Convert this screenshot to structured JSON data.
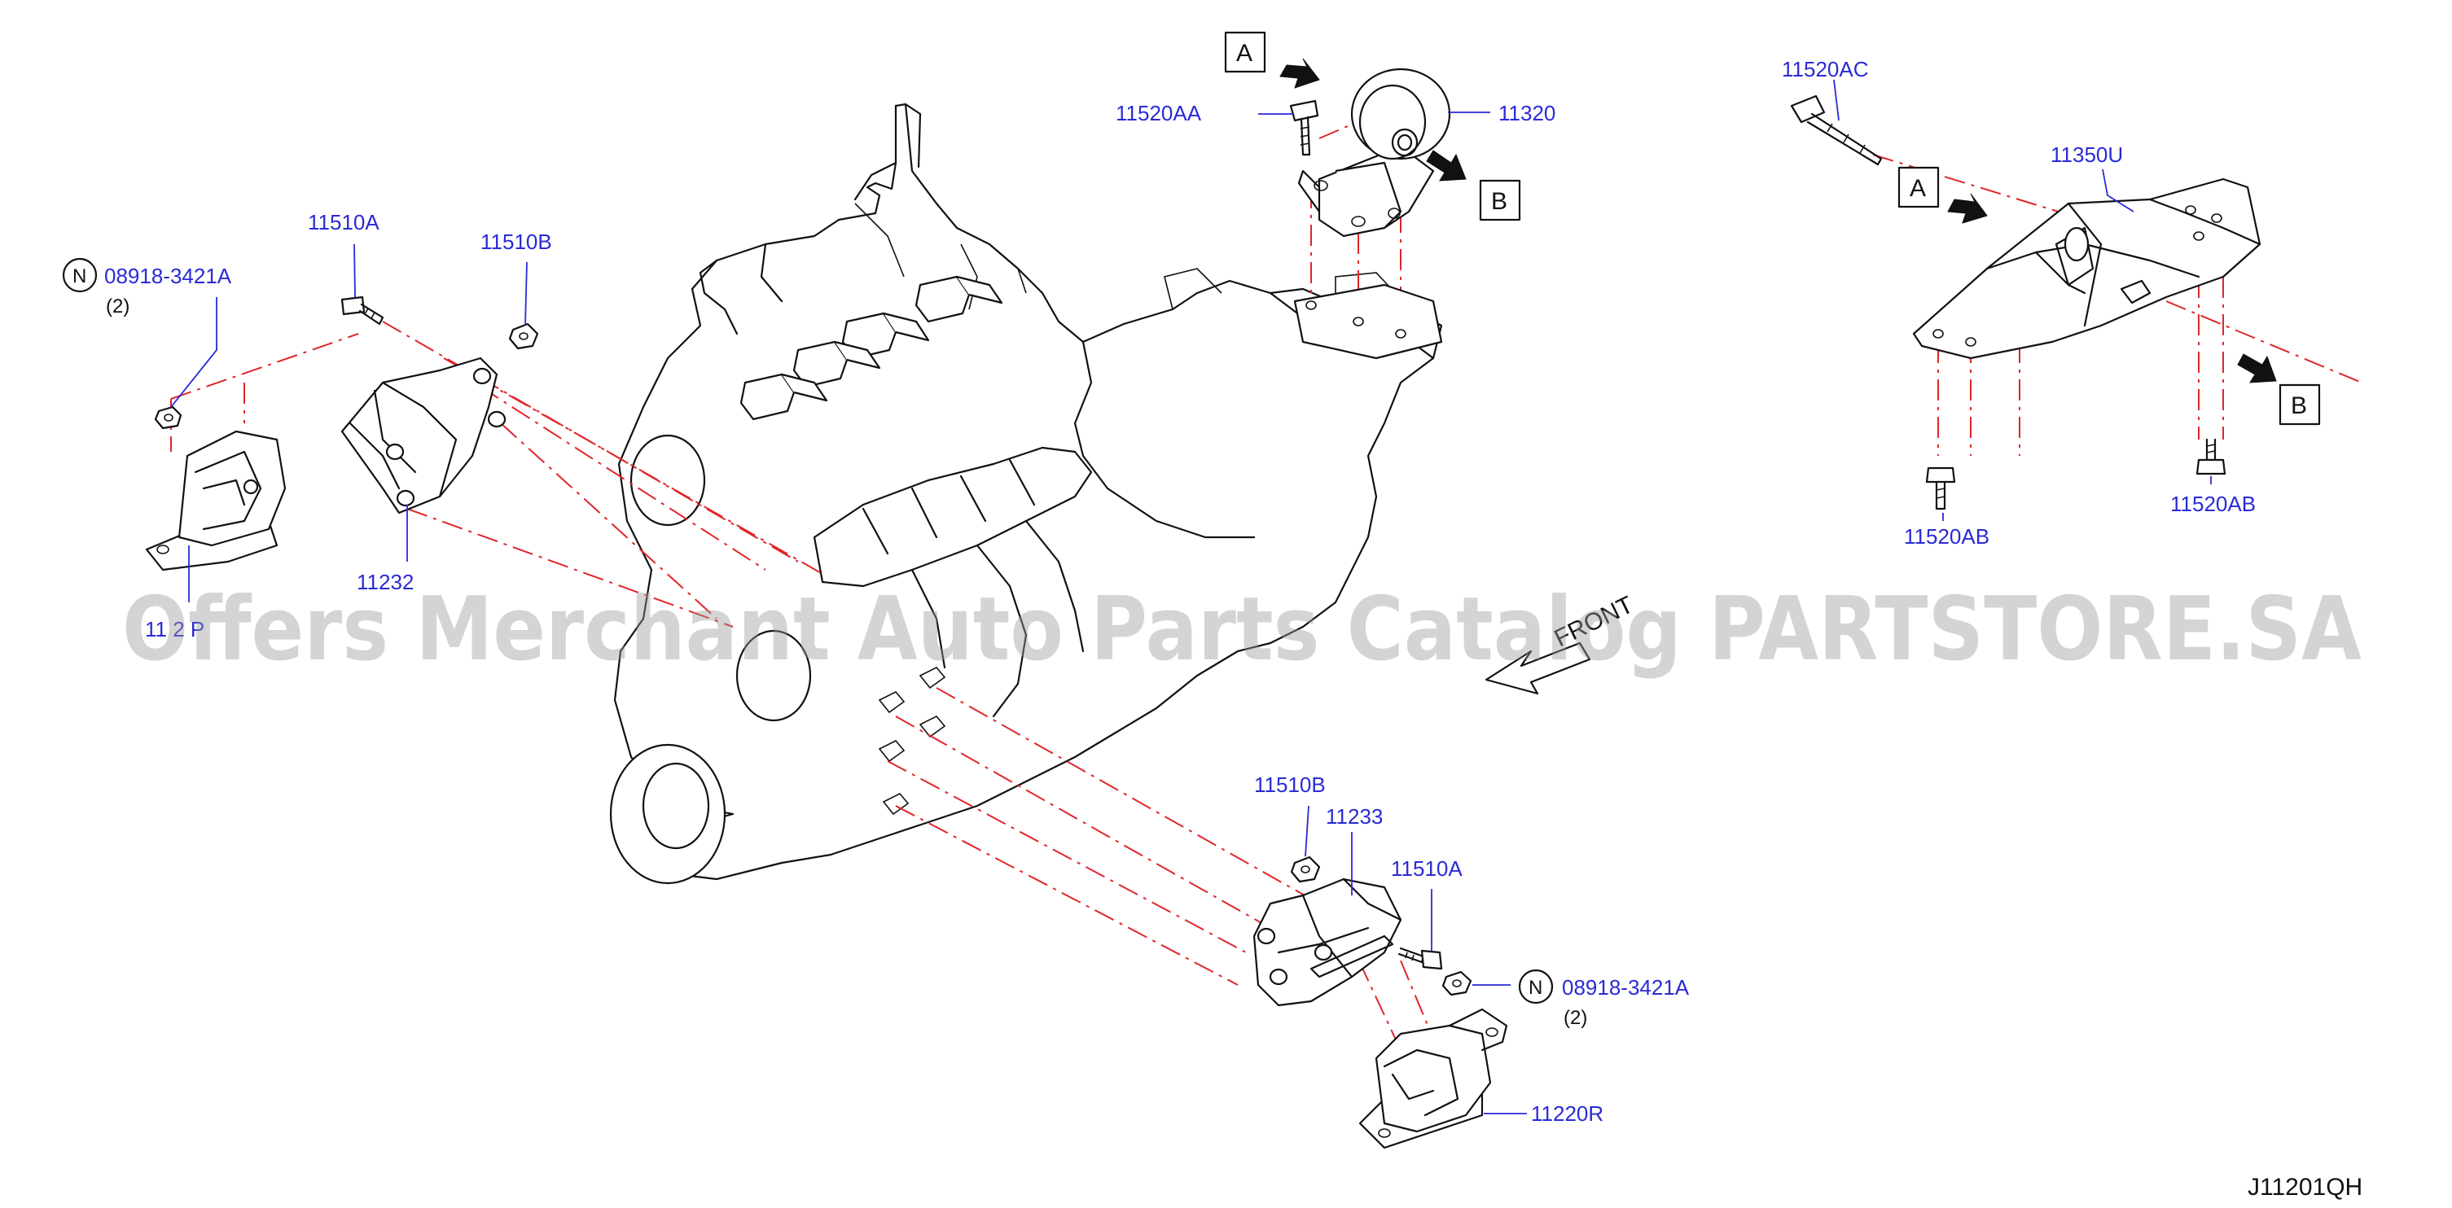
{
  "diagram": {
    "id_code": "J11201QH",
    "watermark": "Offers Merchant Auto Parts Catalog PARTSTORE.SA",
    "front_label": "FRONT"
  },
  "colors": {
    "label_blue": "#2a2ad6",
    "centerline_red": "#e0262a",
    "line_black": "#111111"
  },
  "refs": {
    "a": "A",
    "b": "B"
  },
  "notes": {
    "n_symbol": "N",
    "qty_2": "(2)"
  },
  "labels": {
    "l_11520aa": "11520AA",
    "l_11320": "11320",
    "l_11520ac": "11520AC",
    "l_11350u": "11350U",
    "l_11520ab_left": "11520AB",
    "l_11520ab_right": "11520AB",
    "l_11510a_top": "11510A",
    "l_11510b_top": "11510B",
    "l_08918_top": "08918-3421A",
    "l_11232": "11232",
    "l_112p": "11 2  P",
    "l_11510b_bottom": "11510B",
    "l_11233": "11233",
    "l_11510a_bottom": "11510A",
    "l_08918_bottom": "08918-3421A",
    "l_11220r": "11220R"
  }
}
